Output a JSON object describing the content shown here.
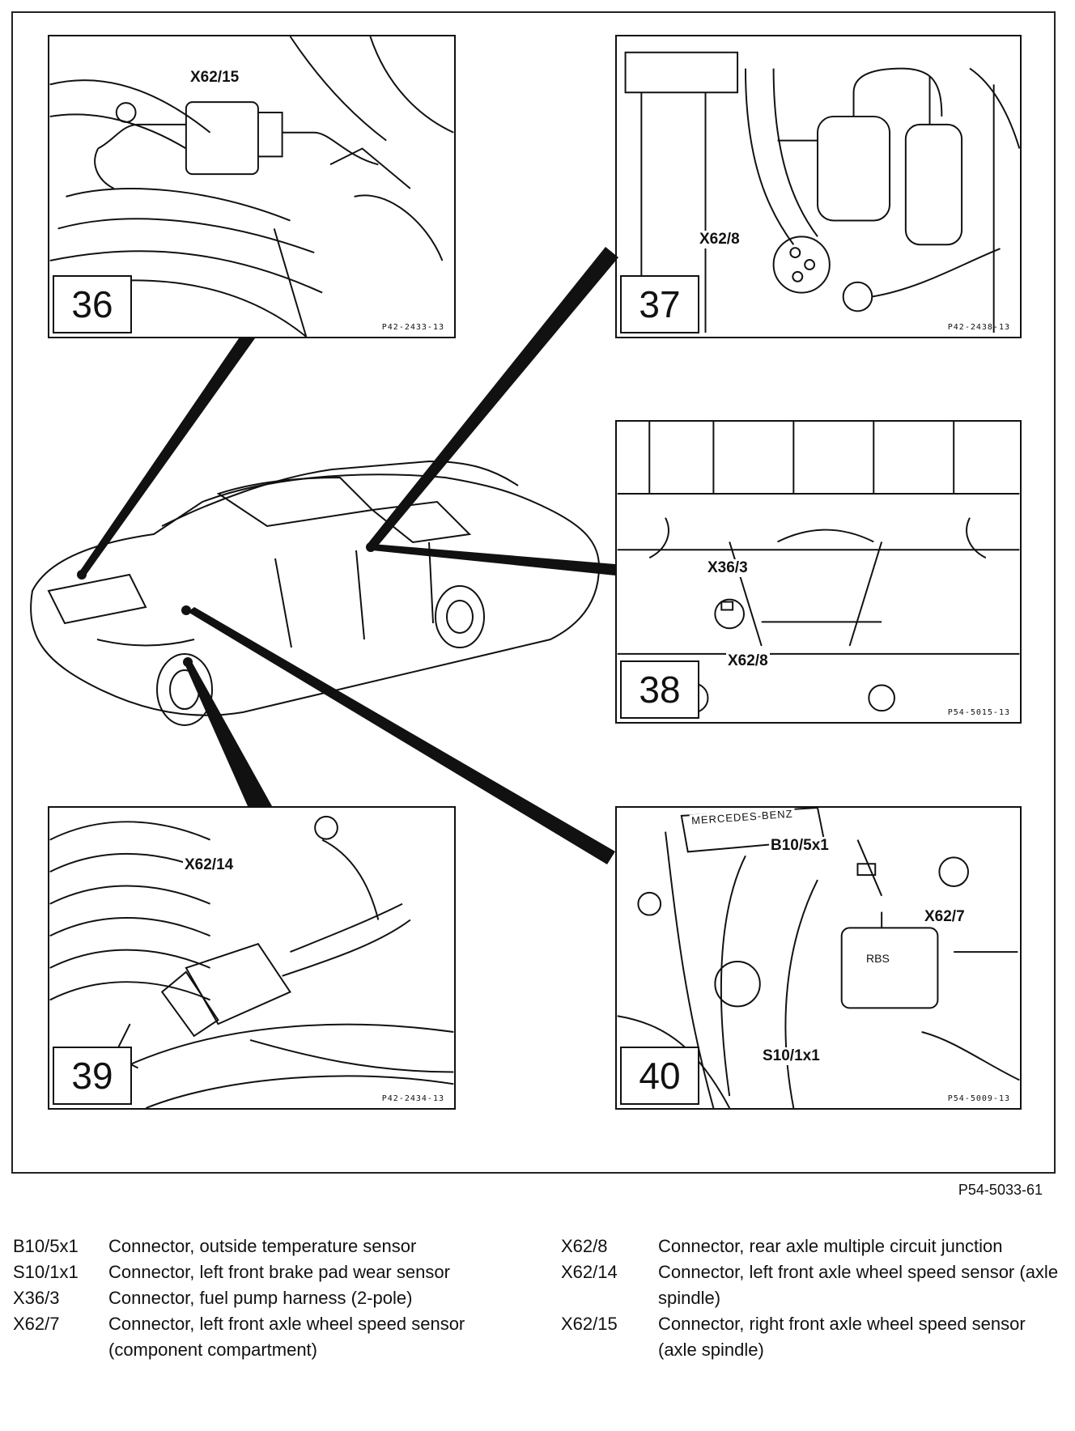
{
  "panels": [
    {
      "number": "36",
      "label": "X62/15",
      "code": "P42-2433-13"
    },
    {
      "number": "37",
      "label": "X62/8",
      "code": "P42-2438-13"
    },
    {
      "number": "38",
      "labels": [
        "X36/3",
        "X62/8"
      ],
      "code": "P54-5015-13"
    },
    {
      "number": "39",
      "label": "X62/14",
      "code": "P42-2434-13"
    },
    {
      "number": "40",
      "labels": [
        "B10/5x1",
        "X62/7",
        "S10/1x1",
        "MERCEDES-BENZ",
        "RBS"
      ],
      "code": "P54-5009-13"
    }
  ],
  "figure_code": "P54-5033-61",
  "legend_left": [
    {
      "key": "B10/5x1",
      "text": "Connector, outside temperature sensor"
    },
    {
      "key": "S10/1x1",
      "text": "Connector, left front brake pad wear sensor"
    },
    {
      "key": "X36/3",
      "text": "Connector, fuel pump harness (2-pole)"
    },
    {
      "key": "X62/7",
      "text": "Connector, left front axle wheel speed sensor (component compartment)"
    }
  ],
  "legend_right": [
    {
      "key": "X62/8",
      "text": "Connector, rear axle multiple circuit junction"
    },
    {
      "key": "X62/14",
      "text": "Connector, left front axle wheel speed sensor (axle spindle)"
    },
    {
      "key": "X62/15",
      "text": "Connector, right front axle wheel speed sensor (axle spindle)"
    }
  ]
}
